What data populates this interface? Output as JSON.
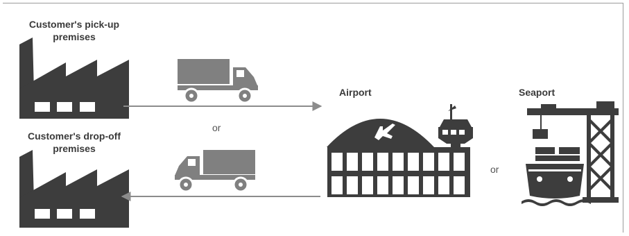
{
  "labels": {
    "pickup": "Customer's pick-up premises",
    "dropoff": "Customer's drop-off premises",
    "airport": "Airport",
    "seaport": "Seaport",
    "or_trucks": "or",
    "or_ports": "or"
  },
  "icons": {
    "pickup_factory": "factory-icon",
    "dropoff_factory": "factory-icon",
    "truck_right": "truck-icon",
    "truck_left": "truck-icon",
    "airport": "airport-terminal-icon",
    "seaport": "ship-crane-icon",
    "arrow_right": "arrow-right-icon",
    "arrow_left": "arrow-left-icon"
  },
  "colors": {
    "dark": "#3d3d3d",
    "mid": "#808080",
    "arrow": "#8c8c8c"
  }
}
